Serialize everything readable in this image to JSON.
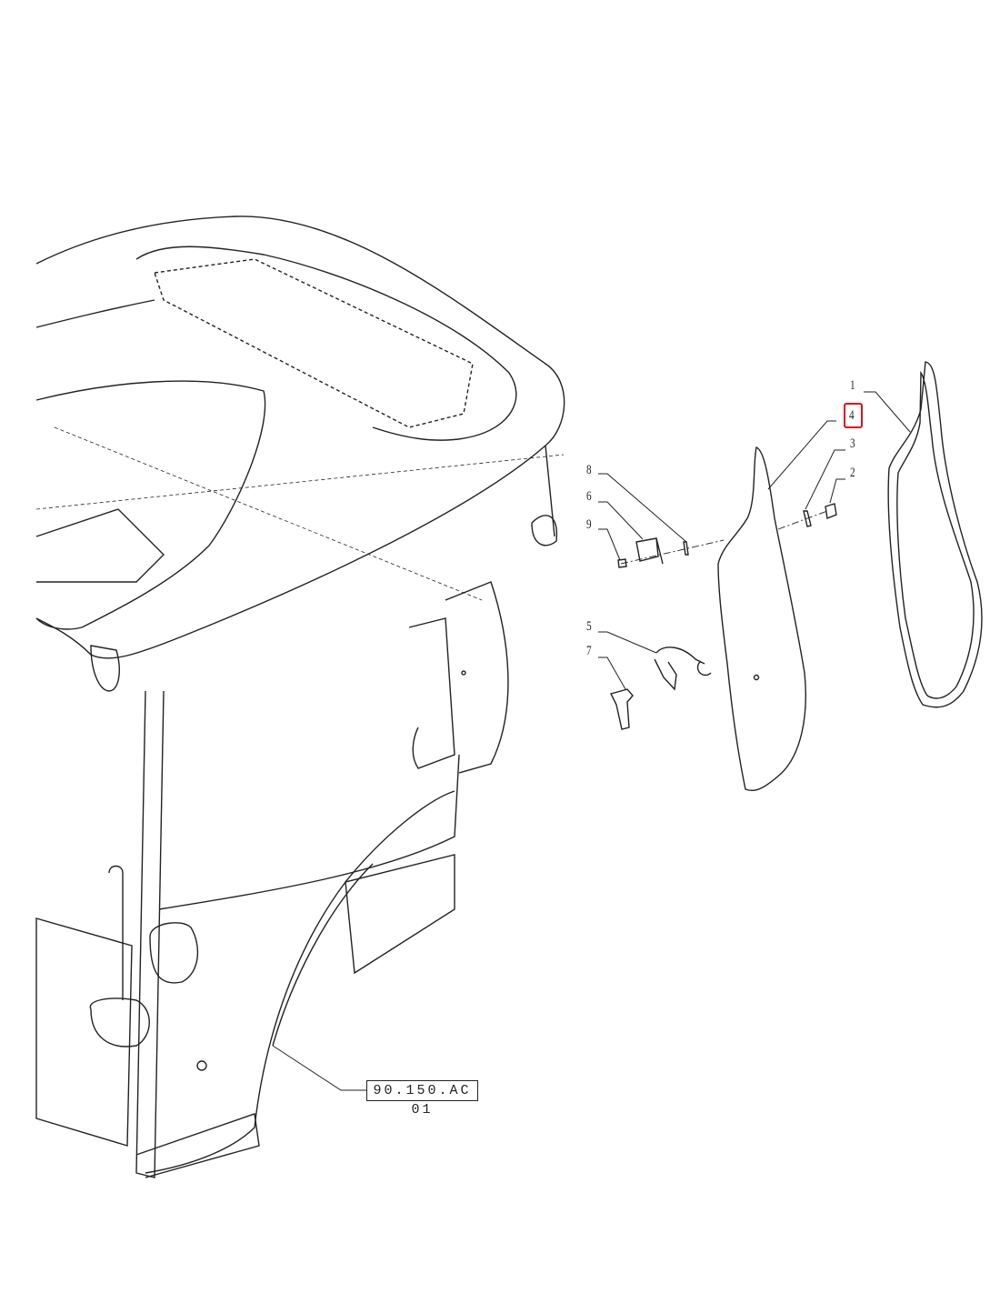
{
  "diagram": {
    "callouts": [
      "1",
      "2",
      "3",
      "4",
      "5",
      "6",
      "7",
      "8",
      "9"
    ],
    "highlighted_callout": "4",
    "highlight_color": "#e0101a",
    "reference_label": "90.150.AC 01"
  }
}
